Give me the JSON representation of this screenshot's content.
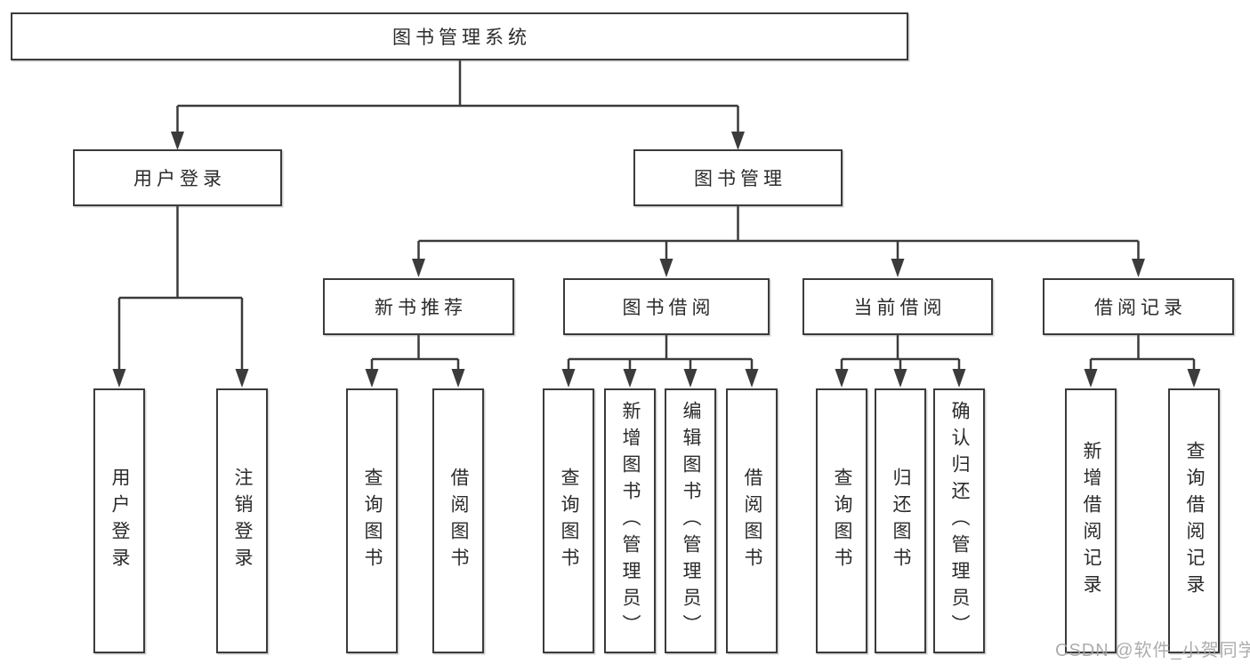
{
  "tree": {
    "label": "图书管理系统",
    "children": [
      {
        "label": "用户登录",
        "children": [
          {
            "label": "用户登录"
          },
          {
            "label": "注销登录"
          }
        ]
      },
      {
        "label": "图书管理",
        "children": [
          {
            "label": "新书推荐",
            "children": [
              {
                "label": "查询图书"
              },
              {
                "label": "借阅图书"
              }
            ]
          },
          {
            "label": "图书借阅",
            "children": [
              {
                "label": "查询图书"
              },
              {
                "label": "新增图书（管理员）"
              },
              {
                "label": "编辑图书（管理员）"
              },
              {
                "label": "借阅图书"
              }
            ]
          },
          {
            "label": "当前借阅",
            "children": [
              {
                "label": "查询图书"
              },
              {
                "label": "归还图书"
              },
              {
                "label": "确认归还（管理员）"
              }
            ]
          },
          {
            "label": "借阅记录",
            "children": [
              {
                "label": "新增借阅记录"
              },
              {
                "label": "查询借阅记录"
              }
            ]
          }
        ]
      }
    ]
  },
  "watermark": "CSDN @软件_小贺同学",
  "colors": {
    "line": "#3b3b3b",
    "box_border": "#3b3b3b",
    "box_fill": "#ffffff",
    "text": "#2b2b2b",
    "watermark": "#a4a4a4",
    "background": "#ffffff"
  }
}
